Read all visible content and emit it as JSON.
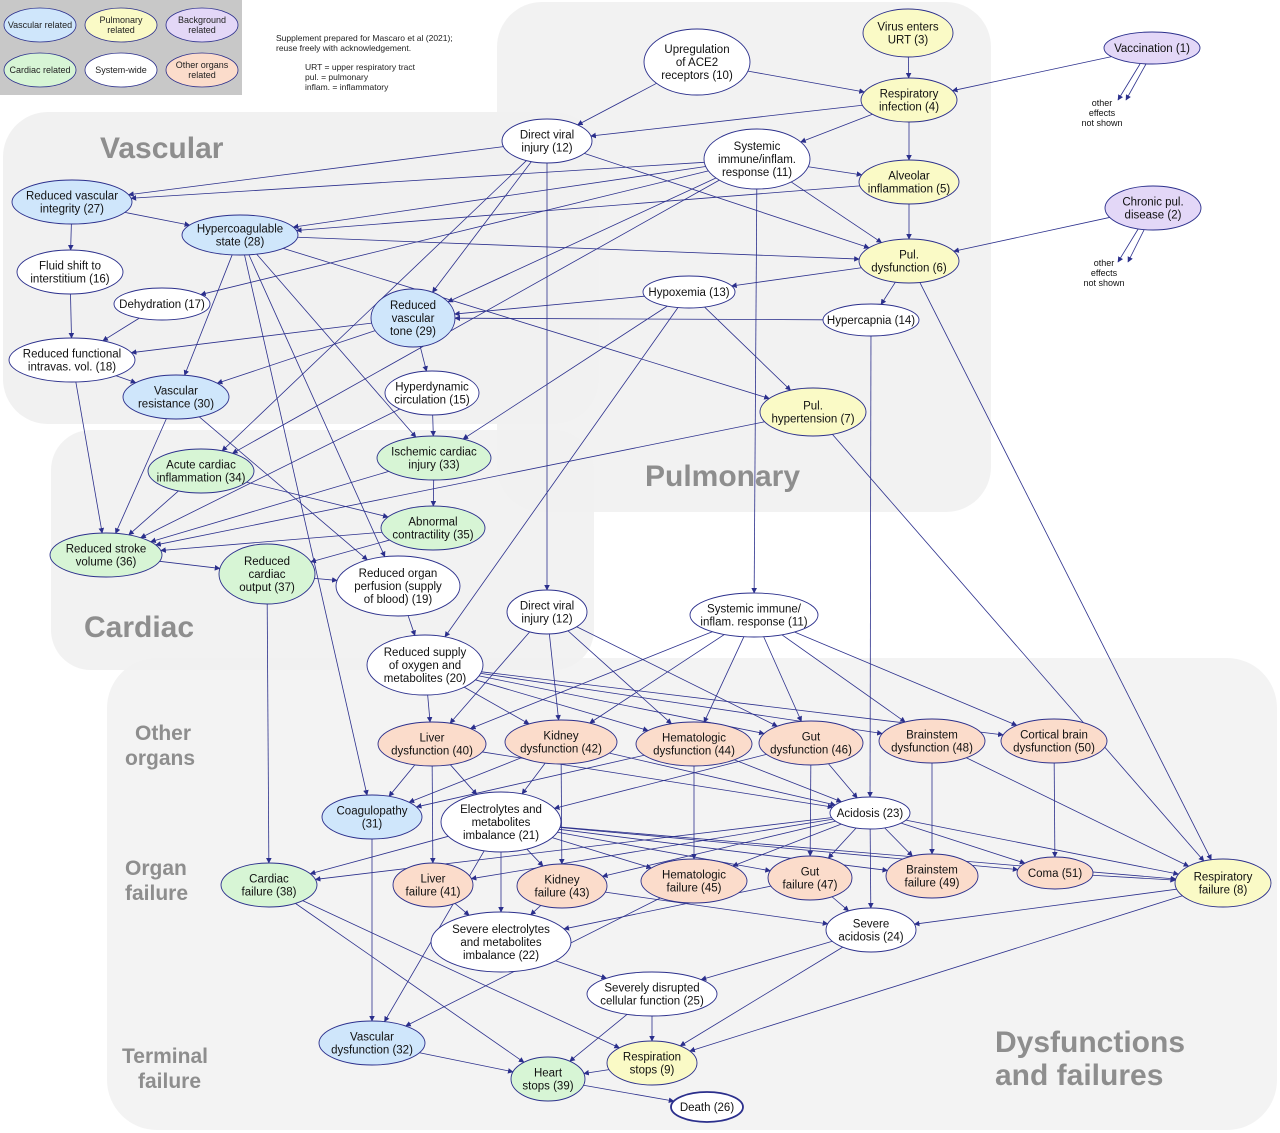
{
  "colors": {
    "vascular": "#cfe6fb",
    "pulmonary": "#fafac6",
    "background": "#e3d7f7",
    "cardiac": "#d7f5d5",
    "system": "#ffffff",
    "other": "#fbdccb",
    "stroke": "#2b2f8c",
    "region_bg": "#f1f1f1",
    "region_label": "#8e8e8e"
  },
  "legend": [
    {
      "id": "lg-vascular",
      "lines": [
        "Vascular related"
      ],
      "cat": "vascular"
    },
    {
      "id": "lg-pulmonary",
      "lines": [
        "Pulmonary",
        "related"
      ],
      "cat": "pulmonary"
    },
    {
      "id": "lg-background",
      "lines": [
        "Background",
        "related"
      ],
      "cat": "background"
    },
    {
      "id": "lg-cardiac",
      "lines": [
        "Cardiac related"
      ],
      "cat": "cardiac"
    },
    {
      "id": "lg-system",
      "lines": [
        "System-wide"
      ],
      "cat": "system"
    },
    {
      "id": "lg-other",
      "lines": [
        "Other organs",
        "related"
      ],
      "cat": "other"
    }
  ],
  "notes": {
    "supplement": [
      "Supplement prepared for Mascaro et al (2021);",
      "reuse freely with acknowledgement."
    ],
    "abbreviations": [
      "URT = upper respiratory tract",
      "pul. = pulmonary",
      "inflam. = inflammatory"
    ]
  },
  "regions": {
    "vascular": "Vascular",
    "pulmonary": "Pulmonary",
    "cardiac": "Cardiac",
    "dysfunctions": [
      "Dysfunctions",
      "and failures"
    ]
  },
  "row_labels": {
    "other_organs": [
      "Other",
      "organs"
    ],
    "organ_failure": [
      "Organ",
      "failure"
    ],
    "terminal_failure": [
      "Terminal",
      "failure"
    ]
  },
  "side_notes": {
    "vaccination": [
      "other",
      "effects",
      "not shown"
    ],
    "chronic": [
      "other",
      "effects",
      "not shown"
    ]
  },
  "nodes": [
    {
      "id": "n3",
      "lines": [
        "Virus enters",
        "URT (3)"
      ],
      "cat": "pulmonary"
    },
    {
      "id": "n1",
      "lines": [
        "Vaccination (1)"
      ],
      "cat": "background"
    },
    {
      "id": "n10",
      "lines": [
        "Upregulation",
        "of ACE2",
        "receptors (10)"
      ],
      "cat": "system"
    },
    {
      "id": "n4",
      "lines": [
        "Respiratory",
        "infection (4)"
      ],
      "cat": "pulmonary"
    },
    {
      "id": "n12a",
      "lines": [
        "Direct viral",
        "injury (12)"
      ],
      "cat": "system"
    },
    {
      "id": "n11a",
      "lines": [
        "Systemic",
        "immune/inflam.",
        "response (11)"
      ],
      "cat": "system"
    },
    {
      "id": "n5",
      "lines": [
        "Alveolar",
        "inflammation (5)"
      ],
      "cat": "pulmonary"
    },
    {
      "id": "n2",
      "lines": [
        "Chronic pul.",
        "disease (2)"
      ],
      "cat": "background"
    },
    {
      "id": "n27",
      "lines": [
        "Reduced vascular",
        "integrity (27)"
      ],
      "cat": "vascular"
    },
    {
      "id": "n28",
      "lines": [
        "Hypercoagulable",
        "state (28)"
      ],
      "cat": "vascular"
    },
    {
      "id": "n6",
      "lines": [
        "Pul.",
        "dysfunction (6)"
      ],
      "cat": "pulmonary"
    },
    {
      "id": "n16",
      "lines": [
        "Fluid shift to",
        "interstitium (16)"
      ],
      "cat": "system"
    },
    {
      "id": "n13",
      "lines": [
        "Hypoxemia (13)"
      ],
      "cat": "system"
    },
    {
      "id": "n17",
      "lines": [
        "Dehydration (17)"
      ],
      "cat": "system"
    },
    {
      "id": "n29",
      "lines": [
        "Reduced",
        "vascular",
        "tone (29)"
      ],
      "cat": "vascular"
    },
    {
      "id": "n14",
      "lines": [
        "Hypercapnia (14)"
      ],
      "cat": "system"
    },
    {
      "id": "n18",
      "lines": [
        "Reduced functional",
        "intravas. vol. (18)"
      ],
      "cat": "system"
    },
    {
      "id": "n30",
      "lines": [
        "Vascular",
        "resistance (30)"
      ],
      "cat": "vascular"
    },
    {
      "id": "n15",
      "lines": [
        "Hyperdynamic",
        "circulation (15)"
      ],
      "cat": "system"
    },
    {
      "id": "n7",
      "lines": [
        "Pul.",
        "hypertension (7)"
      ],
      "cat": "pulmonary"
    },
    {
      "id": "n34",
      "lines": [
        "Acute cardiac",
        "inflammation (34)"
      ],
      "cat": "cardiac"
    },
    {
      "id": "n33",
      "lines": [
        "Ischemic cardiac",
        "injury (33)"
      ],
      "cat": "cardiac"
    },
    {
      "id": "n35",
      "lines": [
        "Abnormal",
        "contractility (35)"
      ],
      "cat": "cardiac"
    },
    {
      "id": "n36",
      "lines": [
        "Reduced stroke",
        "volume (36)"
      ],
      "cat": "cardiac"
    },
    {
      "id": "n37",
      "lines": [
        "Reduced",
        "cardiac",
        "output (37)"
      ],
      "cat": "cardiac"
    },
    {
      "id": "n19",
      "lines": [
        "Reduced organ",
        "perfusion (supply",
        "of blood) (19)"
      ],
      "cat": "system"
    },
    {
      "id": "n12b",
      "lines": [
        "Direct viral",
        "injury (12)"
      ],
      "cat": "system"
    },
    {
      "id": "n11b",
      "lines": [
        "Systemic immune/",
        "inflam. response (11)"
      ],
      "cat": "system"
    },
    {
      "id": "n20",
      "lines": [
        "Reduced supply",
        "of oxygen and",
        "metabolites (20)"
      ],
      "cat": "system"
    },
    {
      "id": "n40",
      "lines": [
        "Liver",
        "dysfunction (40)"
      ],
      "cat": "other"
    },
    {
      "id": "n42",
      "lines": [
        "Kidney",
        "dysfunction (42)"
      ],
      "cat": "other"
    },
    {
      "id": "n44",
      "lines": [
        "Hematologic",
        "dysfunction (44)"
      ],
      "cat": "other"
    },
    {
      "id": "n46",
      "lines": [
        "Gut",
        "dysfunction (46)"
      ],
      "cat": "other"
    },
    {
      "id": "n48",
      "lines": [
        "Brainstem",
        "dysfunction (48)"
      ],
      "cat": "other"
    },
    {
      "id": "n50",
      "lines": [
        "Cortical brain",
        "dysfunction (50)"
      ],
      "cat": "other"
    },
    {
      "id": "n31",
      "lines": [
        "Coagulopathy",
        "(31)"
      ],
      "cat": "vascular"
    },
    {
      "id": "n21",
      "lines": [
        "Electrolytes and",
        "metabolites",
        "imbalance (21)"
      ],
      "cat": "system"
    },
    {
      "id": "n23",
      "lines": [
        "Acidosis (23)"
      ],
      "cat": "system"
    },
    {
      "id": "n38",
      "lines": [
        "Cardiac",
        "failure (38)"
      ],
      "cat": "cardiac"
    },
    {
      "id": "n41",
      "lines": [
        "Liver",
        "failure (41)"
      ],
      "cat": "other"
    },
    {
      "id": "n43",
      "lines": [
        "Kidney",
        "failure (43)"
      ],
      "cat": "other"
    },
    {
      "id": "n45",
      "lines": [
        "Hematologic",
        "failure (45)"
      ],
      "cat": "other"
    },
    {
      "id": "n47",
      "lines": [
        "Gut",
        "failure (47)"
      ],
      "cat": "other"
    },
    {
      "id": "n49",
      "lines": [
        "Brainstem",
        "failure (49)"
      ],
      "cat": "other"
    },
    {
      "id": "n51",
      "lines": [
        "Coma (51)"
      ],
      "cat": "other"
    },
    {
      "id": "n8",
      "lines": [
        "Respiratory",
        "failure (8)"
      ],
      "cat": "pulmonary"
    },
    {
      "id": "n22",
      "lines": [
        "Severe electrolytes",
        "and metabolites",
        "imbalance (22)"
      ],
      "cat": "system"
    },
    {
      "id": "n24",
      "lines": [
        "Severe",
        "acidosis (24)"
      ],
      "cat": "system"
    },
    {
      "id": "n25",
      "lines": [
        "Severely disrupted",
        "cellular function (25)"
      ],
      "cat": "system"
    },
    {
      "id": "n32",
      "lines": [
        "Vascular",
        "dysfunction (32)"
      ],
      "cat": "vascular"
    },
    {
      "id": "n9",
      "lines": [
        "Respiration",
        "stops (9)"
      ],
      "cat": "pulmonary"
    },
    {
      "id": "n39",
      "lines": [
        "Heart",
        "stops (39)"
      ],
      "cat": "cardiac"
    },
    {
      "id": "n26",
      "lines": [
        "Death (26)"
      ],
      "cat": "system",
      "bold": true
    }
  ],
  "edges": [
    [
      "n3",
      "n4"
    ],
    [
      "n1",
      "n4"
    ],
    [
      "n10",
      "n4"
    ],
    [
      "n10",
      "n12a"
    ],
    [
      "n4",
      "n12a"
    ],
    [
      "n4",
      "n11a"
    ],
    [
      "n4",
      "n5"
    ],
    [
      "n5",
      "n6"
    ],
    [
      "n11a",
      "n6"
    ],
    [
      "n11a",
      "n5"
    ],
    [
      "n12a",
      "n6"
    ],
    [
      "n2",
      "n6"
    ],
    [
      "n12a",
      "n27"
    ],
    [
      "n11a",
      "n27"
    ],
    [
      "n11a",
      "n28"
    ],
    [
      "n5",
      "n28"
    ],
    [
      "n27",
      "n28"
    ],
    [
      "n27",
      "n16"
    ],
    [
      "n28",
      "n6"
    ],
    [
      "n6",
      "n13"
    ],
    [
      "n6",
      "n14"
    ],
    [
      "n6",
      "n8"
    ],
    [
      "n11a",
      "n17"
    ],
    [
      "n11a",
      "n29"
    ],
    [
      "n12a",
      "n29"
    ],
    [
      "n13",
      "n29"
    ],
    [
      "n14",
      "n29"
    ],
    [
      "n16",
      "n18"
    ],
    [
      "n17",
      "n18"
    ],
    [
      "n29",
      "n18"
    ],
    [
      "n29",
      "n30"
    ],
    [
      "n29",
      "n15"
    ],
    [
      "n18",
      "n30"
    ],
    [
      "n28",
      "n30"
    ],
    [
      "n28",
      "n7"
    ],
    [
      "n13",
      "n7"
    ],
    [
      "n13",
      "n33"
    ],
    [
      "n13",
      "n20"
    ],
    [
      "n14",
      "n23"
    ],
    [
      "n12a",
      "n34"
    ],
    [
      "n11a",
      "n34"
    ],
    [
      "n28",
      "n33"
    ],
    [
      "n15",
      "n33"
    ],
    [
      "n33",
      "n35"
    ],
    [
      "n34",
      "n35"
    ],
    [
      "n18",
      "n36"
    ],
    [
      "n30",
      "n36"
    ],
    [
      "n34",
      "n36"
    ],
    [
      "n35",
      "n36"
    ],
    [
      "n7",
      "n36"
    ],
    [
      "n15",
      "n36"
    ],
    [
      "n33",
      "n36"
    ],
    [
      "n36",
      "n37"
    ],
    [
      "n35",
      "n37"
    ],
    [
      "n37",
      "n19"
    ],
    [
      "n30",
      "n19"
    ],
    [
      "n28",
      "n19"
    ],
    [
      "n19",
      "n20"
    ],
    [
      "n12a",
      "n12b"
    ],
    [
      "n11a",
      "n11b"
    ],
    [
      "n7",
      "n8"
    ],
    [
      "n20",
      "n40"
    ],
    [
      "n20",
      "n42"
    ],
    [
      "n20",
      "n44"
    ],
    [
      "n20",
      "n46"
    ],
    [
      "n20",
      "n48"
    ],
    [
      "n20",
      "n50"
    ],
    [
      "n12b",
      "n40"
    ],
    [
      "n12b",
      "n42"
    ],
    [
      "n12b",
      "n44"
    ],
    [
      "n12b",
      "n46"
    ],
    [
      "n11b",
      "n40"
    ],
    [
      "n11b",
      "n42"
    ],
    [
      "n11b",
      "n44"
    ],
    [
      "n11b",
      "n46"
    ],
    [
      "n11b",
      "n48"
    ],
    [
      "n11b",
      "n50"
    ],
    [
      "n28",
      "n31"
    ],
    [
      "n40",
      "n31"
    ],
    [
      "n42",
      "n31"
    ],
    [
      "n44",
      "n31"
    ],
    [
      "n40",
      "n21"
    ],
    [
      "n42",
      "n21"
    ],
    [
      "n46",
      "n21"
    ],
    [
      "n40",
      "n23"
    ],
    [
      "n42",
      "n23"
    ],
    [
      "n44",
      "n23"
    ],
    [
      "n46",
      "n23"
    ],
    [
      "n37",
      "n38"
    ],
    [
      "n40",
      "n41"
    ],
    [
      "n42",
      "n43"
    ],
    [
      "n44",
      "n45"
    ],
    [
      "n46",
      "n47"
    ],
    [
      "n48",
      "n49"
    ],
    [
      "n50",
      "n51"
    ],
    [
      "n48",
      "n8"
    ],
    [
      "n21",
      "n38"
    ],
    [
      "n21",
      "n43"
    ],
    [
      "n21",
      "n45"
    ],
    [
      "n21",
      "n47"
    ],
    [
      "n21",
      "n49"
    ],
    [
      "n21",
      "n51"
    ],
    [
      "n21",
      "n8"
    ],
    [
      "n21",
      "n22"
    ],
    [
      "n23",
      "n38"
    ],
    [
      "n23",
      "n41"
    ],
    [
      "n23",
      "n43"
    ],
    [
      "n23",
      "n45"
    ],
    [
      "n23",
      "n47"
    ],
    [
      "n23",
      "n49"
    ],
    [
      "n23",
      "n51"
    ],
    [
      "n23",
      "n8"
    ],
    [
      "n23",
      "n24"
    ],
    [
      "n51",
      "n8"
    ],
    [
      "n41",
      "n22"
    ],
    [
      "n43",
      "n22"
    ],
    [
      "n43",
      "n24"
    ],
    [
      "n47",
      "n24"
    ],
    [
      "n47",
      "n22"
    ],
    [
      "n8",
      "n24"
    ],
    [
      "n22",
      "n25"
    ],
    [
      "n24",
      "n25"
    ],
    [
      "n25",
      "n39"
    ],
    [
      "n25",
      "n9"
    ],
    [
      "n24",
      "n9"
    ],
    [
      "n8",
      "n9"
    ],
    [
      "n31",
      "n32"
    ],
    [
      "n38",
      "n39"
    ],
    [
      "n38",
      "n9"
    ],
    [
      "n32",
      "n39"
    ],
    [
      "n9",
      "n39"
    ],
    [
      "n39",
      "n26"
    ],
    [
      "n45",
      "n32"
    ],
    [
      "n21",
      "n32"
    ]
  ]
}
